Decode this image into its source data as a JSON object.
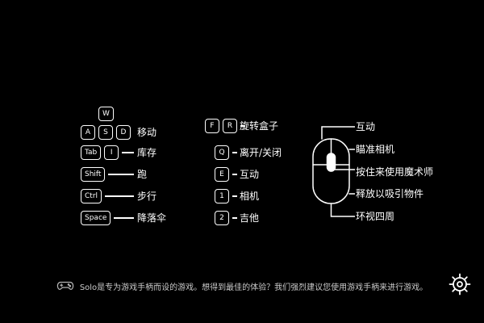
{
  "colors": {
    "background": "#000000",
    "foreground": "#ffffff",
    "footer_text": "#c9c9c9"
  },
  "left_column": {
    "w_key": "W",
    "rows": [
      {
        "keys": [
          "A",
          "S",
          "D"
        ],
        "label": "移动"
      },
      {
        "keys": [
          "Tab",
          "I"
        ],
        "label": "库存"
      },
      {
        "keys": [
          "Shift"
        ],
        "label": "跑"
      },
      {
        "keys": [
          "Ctrl"
        ],
        "label": "步行"
      },
      {
        "keys": [
          "Space"
        ],
        "label": "降落伞"
      }
    ]
  },
  "middle_column": {
    "rows": [
      {
        "keys": [
          "F",
          "R"
        ],
        "label": "旋转盒子"
      },
      {
        "keys": [
          "Q"
        ],
        "label": "离开/关闭"
      },
      {
        "keys": [
          "E"
        ],
        "label": "互动"
      },
      {
        "keys": [
          "1"
        ],
        "label": "相机"
      },
      {
        "keys": [
          "2"
        ],
        "label": "吉他"
      }
    ]
  },
  "mouse": {
    "labels": [
      "互动",
      "瞄准相机",
      "按住来使用魔术师",
      "释放以吸引物件",
      "环视四周"
    ]
  },
  "footer": {
    "message": "Solo是专为游戏手柄而设的游戏。想得到最佳的体验？我们强烈建议您使用游戏手柄来进行游戏。"
  },
  "icons": {
    "gamepad": "gamepad-icon",
    "helm": "helm-wheel-icon"
  }
}
